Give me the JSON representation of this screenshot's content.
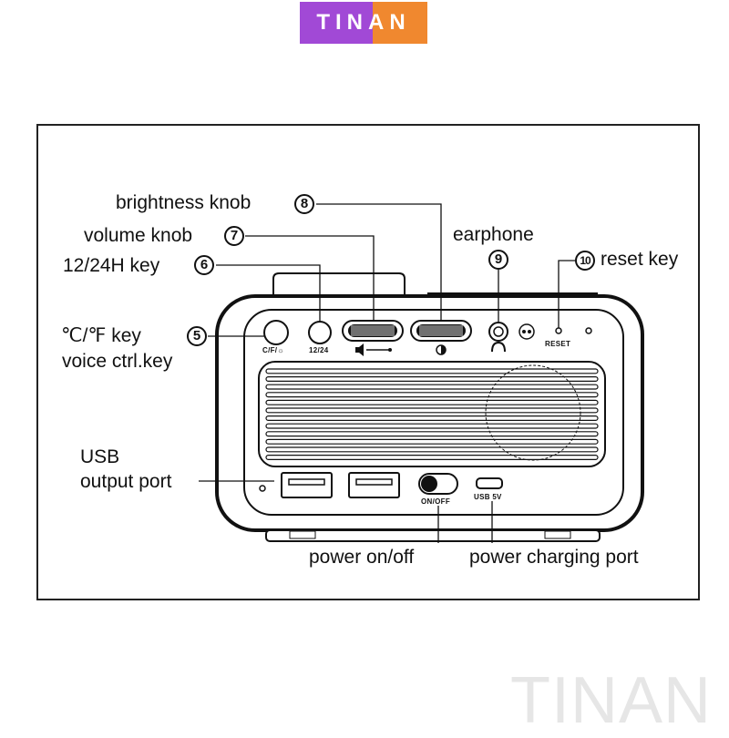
{
  "brand": {
    "logo_text": "TINAN",
    "logo_colors": [
      "#a149d6",
      "#f0882f"
    ],
    "watermark": "TINAN"
  },
  "callouts": {
    "brightness": {
      "label": "brightness knob",
      "number": "8"
    },
    "volume": {
      "label": "volume knob",
      "number": "7"
    },
    "hour_mode": {
      "label": "12/24H key",
      "number": "6"
    },
    "temp_key": {
      "label": "℃/℉  key",
      "label2": "voice ctrl.key",
      "number": "5"
    },
    "earphone": {
      "label": "earphone",
      "number": "9"
    },
    "reset": {
      "label": "reset key",
      "number": "10"
    },
    "usb": {
      "label": "USB",
      "label2": "output port"
    },
    "power_switch": {
      "label": "power on/off"
    },
    "charging": {
      "label": "power charging port"
    }
  },
  "device_markings": {
    "cf_key": "C/F/☼",
    "hour_key": "12/24",
    "reset": "RESET",
    "on_off": "ON/OFF",
    "usb_5v": "USB 5V"
  }
}
